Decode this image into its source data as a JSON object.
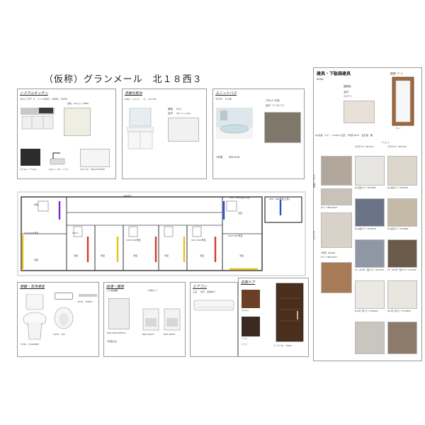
{
  "title": "（仮称）グランメール　北１８西３",
  "panels": {
    "kitchen": {
      "title": "システムキッチン",
      "spec": "ｸﾘﾅｯﾌﾟｽﾃﾃﾞｨｱ　Ｌ＝1650、1800、2250",
      "door_color": "扉色　ﾎﾜｲﾄｼｪｰﾄﾞ(MW)",
      "cap_left": "ｼﾝｸﾞﾙﾚﾊﾞｰ ｸﾞﾘﾙﾚｽ",
      "cap_mid": "ｽﾘﾑﾌｰﾄﾞ ｼﾙﾊﾞｰ ﾌﾞﾗｲﾄ",
      "cap_right": "ｷｯﾁﾝﾊﾟﾈﾙ　FAS1704CHN"
    },
    "vanity": {
      "title": "洗面化粧台",
      "spec": "EIDAI　ｼｬﾜｰﾚﾊﾞｰ　ﾐﾗｰ　W=750",
      "cap1": "扉色",
      "cap2": "ﾎﾜｲﾄ",
      "cap3": "全戸",
      "cap4": "ﾌﾛｱｰﾌﾟﾚｰﾄ-ﾎﾜｲﾄ"
    },
    "bath": {
      "title": "ユニットバス",
      "spec": "TOTO　1116",
      "cap1": "5号室",
      "cap2": "WH1418",
      "cap3": "ｱｸｾﾝﾄﾊﾟﾈﾙ色",
      "cap4": "全戸",
      "cap5": "ﾀﾞｰｸﾒｰﾌﾟﾙ"
    },
    "toilet": {
      "title": "便器・洗浄便座",
      "cap1": "TOTO　CS220BM",
      "cap2": "TOTO　YH50H",
      "cap3": "TOTO　TCF"
    },
    "heater": {
      "title": "給湯・暖房",
      "cap1": "ﾘﾝﾅｲ給湯器",
      "cap2": "FF式ｽﾄｰﾌﾞ",
      "cap3": "RUX-V2015SFFUA",
      "cap4": "5号室のみ",
      "cap5": "RHF-561FT",
      "cap6": "RHF-309FT"
    },
    "aircon": {
      "title": "エアコン",
      "cap1": "三菱",
      "cap2": "全戸　共用あり"
    },
    "doors": {
      "title": "玄関ドア",
      "cap1": "ｳｫｰﾙﾅｯﾄ",
      "cap2": "ﾌﾞﾗｯｸ",
      "cap3": "ﾄﾞｱﾉﾌﾞ",
      "cap4": "ﾀﾞｰｸﾌﾞﾗｳﾝ　VW51"
    }
  },
  "floorplan": {
    "corridor": "共用廊下",
    "rooms": [
      {
        "label": "103＝503号室"
      },
      {
        "label": "102＝"
      },
      {
        "label": "103＝503号室"
      },
      {
        "label": "101＝501号室"
      },
      {
        "label": "308・408号室(下階)"
      },
      {
        "label": "306・406号室(上階)"
      },
      {
        "label": "307＝507号室"
      }
    ],
    "words": [
      "洋室",
      "洋室",
      "洋室",
      "洋室",
      "洋室",
      "洋室",
      "洋室",
      "洋室",
      "洋室"
    ]
  },
  "right_panel": {
    "title": "建具・下駄箱建具",
    "maker": "EIDAI",
    "door_color_label": "建具色",
    "door_design_label": "建具ﾃﾞｻﾞｲﾝ",
    "swatch_caption1": "全戸",
    "swatch_caption2": "ﾗｲﾄｸﾞﾚｰ",
    "door_caption": "ｸﾚｰﾄﾞ",
    "spec_row": "ｸﾛｽ仕様　ｻﾝｹﾞﾂ　TLDM-A 全室　5号室 RE12　全室 壁　腰",
    "cross_header": "ク ロ ス",
    "col_left": "ﾌﾛｱﾀｲﾙ（全室）",
    "col_mid": "ｸｯｼｮﾝﾌﾛｱ",
    "floor_captions": [
      "全号室 ｻﾝｹﾞﾂ SP-9757",
      "全号室 ｻﾝｹﾞﾂ SP-9746",
      "ｸﾛｽ 前面 ｻﾝｹﾞﾂ FE74699",
      "ｸﾛｽ 前面 ｻﾝｹﾞﾂ FE76574",
      "ｸﾛｽ 前面 ｻﾝｹﾞﾂ FE76678",
      "ｸﾛｽ 前面 ｻﾝｹﾞﾂ FE76680",
      "UT・WC 壁・天井 ｻﾝｹﾞﾂ SP-9746",
      "UT・WC 壁・天井 ｻﾝｹﾞﾂ SP-9706",
      "WC 壁一面 ｻﾝｹﾞﾂ FE76620",
      "WC 壁一面 ｻﾝｹﾞﾂ FE76680"
    ],
    "floor_label1": "3号室（DLDK）",
    "floor_label2": "ｻﾝｹﾞﾂ HM11057",
    "floor_label3": "ｻﾝｹﾞﾂ HM11053"
  },
  "colors": {
    "door_woodgrain": "#7a4a2a",
    "door_dark": "#3c2a20",
    "wall_red": "#d23b2a",
    "wall_yellow": "#e8c11a",
    "wall_blue": "#2a4fd2",
    "wall_purple": "#7a2ad2"
  }
}
